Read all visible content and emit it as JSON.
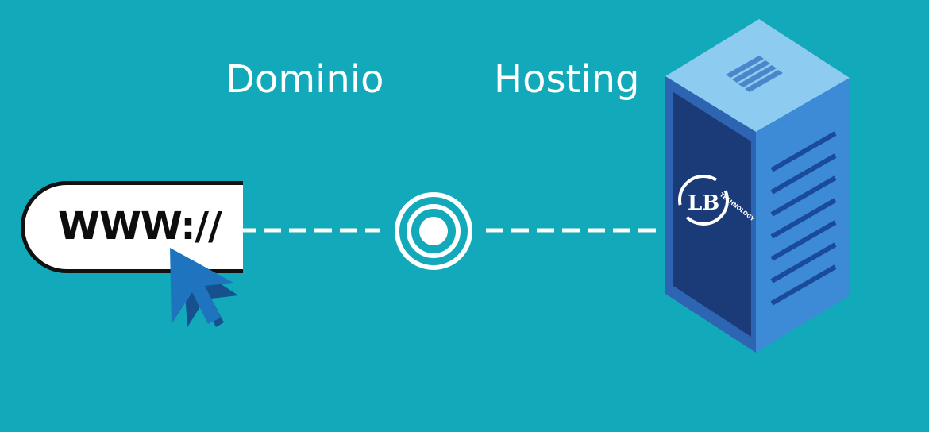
{
  "labels": {
    "domain": "Dominio",
    "hosting": "Hosting"
  },
  "url_bar": {
    "text": "WWW://"
  },
  "server_logo": {
    "initials": "LB",
    "word": "TECHNOLOGY"
  },
  "colors": {
    "background": "#12a9ba",
    "line": "#ffffff",
    "server_front": "#1b3a78",
    "server_side": "#2a78c8",
    "server_top": "#8ecbf0",
    "cursor": "#1f74c0"
  },
  "icons": {
    "cursor": "mouse-pointer-icon",
    "target": "target-ring-icon",
    "server": "server-tower-icon"
  }
}
